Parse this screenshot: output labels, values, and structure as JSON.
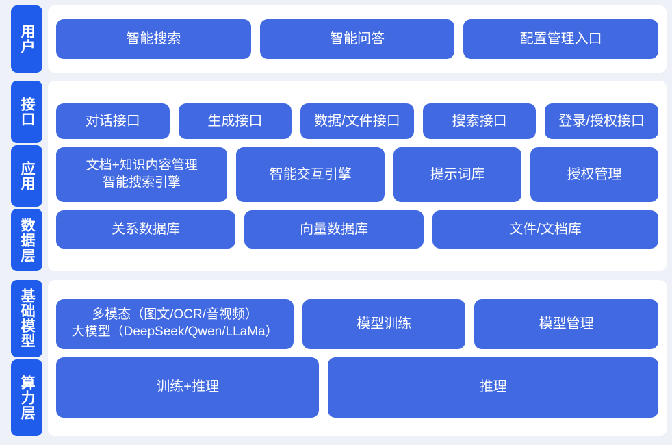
{
  "colors": {
    "page_background": "#eef2f8",
    "panel_background": "#ffffff",
    "tab_blue": "#1f5cec",
    "card_blue": "#4169e1",
    "text_on_blue": "#ffffff"
  },
  "sections": [
    {
      "id": "user",
      "tabs": [
        {
          "label": "用户"
        }
      ],
      "rows": [
        {
          "id": "user-entries",
          "cards": [
            {
              "text": "智能搜索",
              "flex": 1
            },
            {
              "text": "智能问答",
              "flex": 1
            },
            {
              "text": "配置管理入口",
              "flex": 1
            }
          ]
        }
      ]
    },
    {
      "id": "platform",
      "tabs": [
        {
          "label": "接口"
        },
        {
          "label": "应用"
        },
        {
          "label": "数据层"
        }
      ],
      "rows": [
        {
          "id": "interface",
          "cards": [
            {
              "text": "对话接口",
              "flex": 1
            },
            {
              "text": "生成接口",
              "flex": 1
            },
            {
              "text": "数据/文件接口",
              "flex": 1
            },
            {
              "text": "搜索接口",
              "flex": 1
            },
            {
              "text": "登录/授权接口",
              "flex": 1
            }
          ]
        },
        {
          "id": "application",
          "cards": [
            {
              "lines": [
                "文档+知识内容管理",
                "智能搜索引擎"
              ],
              "flex": 1.38
            },
            {
              "text": "智能交互引擎",
              "flex": 1.18
            },
            {
              "text": "提示词库",
              "flex": 1
            },
            {
              "text": "授权管理",
              "flex": 1
            }
          ]
        },
        {
          "id": "data",
          "cards": [
            {
              "text": "关系数据库",
              "flex": 1
            },
            {
              "text": "向量数据库",
              "flex": 1
            },
            {
              "text": "文件/文档库",
              "flex": 1.28
            }
          ]
        }
      ]
    },
    {
      "id": "base",
      "tabs": [
        {
          "label": "基础模型"
        },
        {
          "label": "算力层"
        }
      ],
      "rows": [
        {
          "id": "model",
          "cards": [
            {
              "lines": [
                "多模态（图文/OCR/音视频）",
                "大模型（DeepSeek/Qwen/LLaMa）"
              ],
              "flex": 1.5
            },
            {
              "text": "模型训练",
              "flex": 1
            },
            {
              "text": "模型管理",
              "flex": 1.14
            }
          ]
        },
        {
          "id": "compute",
          "cards": [
            {
              "text": "训练+推理",
              "flex": 1
            },
            {
              "text": "推理",
              "flex": 1.27
            }
          ]
        }
      ]
    }
  ]
}
